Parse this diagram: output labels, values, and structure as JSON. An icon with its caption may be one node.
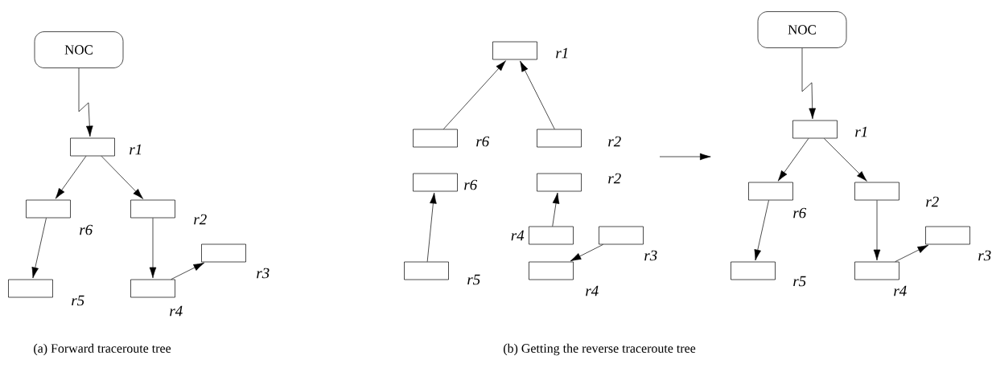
{
  "diagram": {
    "nodes": [
      {
        "text": [
          "NOC"
        ]
      },
      {
        "text": [],
        "shape": "box",
        "beside": [
          "r1"
        ]
      },
      {
        "text": [],
        "shape": "box",
        "beside": [
          "r6"
        ]
      },
      {
        "text": [],
        "shape": "box",
        "beside": [
          "r2"
        ]
      },
      {
        "text": [],
        "shape": "box",
        "beside": [
          "r5"
        ]
      },
      {
        "text": [],
        "shape": "box",
        "beside": [
          "r4"
        ]
      },
      {
        "text": [],
        "shape": "box",
        "beside": [
          "r3"
        ]
      },
      {
        "text": [],
        "shape": "box",
        "beside": [
          "r1"
        ]
      },
      {
        "text": [],
        "shape": "box",
        "beside": [
          "r6"
        ]
      },
      {
        "text": [],
        "shape": "box",
        "beside": [
          "r2"
        ]
      },
      {
        "text": [],
        "shape": "box",
        "beside": [
          "r6"
        ]
      },
      {
        "text": [],
        "shape": "box",
        "beside": [
          "r2"
        ]
      },
      {
        "text": [],
        "shape": "box",
        "beside": [
          "r4"
        ]
      },
      {
        "text": [],
        "shape": "box",
        "beside": [
          "r3"
        ]
      },
      {
        "text": [],
        "shape": "box",
        "beside": [
          "r5"
        ]
      },
      {
        "text": [],
        "shape": "box",
        "beside": [
          "r4"
        ]
      },
      {
        "text": [
          "NOC"
        ]
      },
      {
        "text": [],
        "shape": "box",
        "beside": [
          "r1"
        ]
      },
      {
        "text": [],
        "shape": "box",
        "beside": [
          "r6"
        ]
      },
      {
        "text": [],
        "shape": "box",
        "beside": [
          "r2"
        ]
      },
      {
        "text": [],
        "shape": "box",
        "beside": [
          "r5"
        ]
      },
      {
        "text": [],
        "shape": "box",
        "beside": [
          "r4"
        ]
      },
      {
        "text": [],
        "shape": "box",
        "beside": [
          "r3"
        ]
      }
    ],
    "edges": [
      {
        "from": 0,
        "to": 1,
        "arrow": "to"
      },
      {
        "from": 1,
        "to": 2,
        "arrow": "to"
      },
      {
        "from": 1,
        "to": 3,
        "arrow": "to"
      },
      {
        "from": 2,
        "to": 4,
        "arrow": "to"
      },
      {
        "from": 3,
        "to": 5,
        "arrow": "to"
      },
      {
        "from": 5,
        "to": 6,
        "arrow": "to"
      },
      {
        "from": 8,
        "to": 7,
        "arrow": "to"
      },
      {
        "from": 9,
        "to": 7,
        "arrow": "to"
      },
      {
        "from": 14,
        "to": 10,
        "arrow": "to"
      },
      {
        "from": 12,
        "to": 11,
        "arrow": "to"
      },
      {
        "from": 13,
        "to": 15,
        "arrow": "to"
      },
      {
        "from": 16,
        "to": 17,
        "arrow": "to"
      },
      {
        "from": 17,
        "to": 18,
        "arrow": "to"
      },
      {
        "from": 17,
        "to": 19,
        "arrow": "to"
      },
      {
        "from": 18,
        "to": 20,
        "arrow": "to"
      },
      {
        "from": 19,
        "to": 21,
        "arrow": "to"
      },
      {
        "from": 21,
        "to": 22,
        "arrow": "to"
      }
    ],
    "labels": [
      "(a) Forward traceroute tree",
      "(b) Getting the reverse traceroute tree"
    ]
  }
}
